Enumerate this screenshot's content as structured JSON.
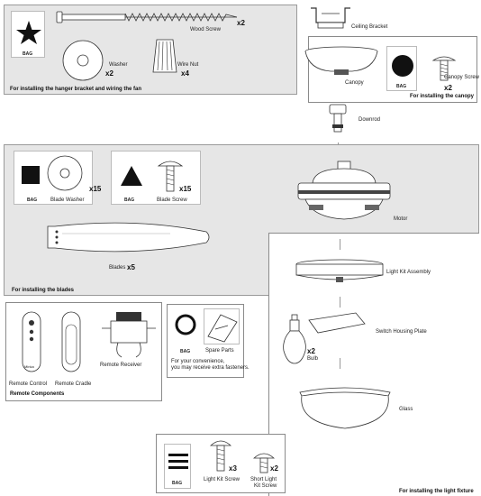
{
  "hardware_panel": {
    "caption": "For installing the hanger bracket and wiring the fan",
    "bag": "BAG",
    "wood_screw": {
      "label": "Wood Screw",
      "qty": "x2"
    },
    "washer": {
      "label": "Washer",
      "qty": "x2"
    },
    "wire_nut": {
      "label": "Wire Nut",
      "qty": "x4"
    }
  },
  "ceiling_bracket": {
    "label": "Ceiling Bracket"
  },
  "canopy_panel": {
    "caption": "For installing the canopy",
    "canopy_label": "Canopy",
    "bag": "BAG",
    "canopy_screw": {
      "label": "Canopy Screw",
      "qty": "x2"
    }
  },
  "downrod": {
    "label": "Downrod"
  },
  "blades_panel": {
    "caption": "For installing the blades",
    "bag1": "BAG",
    "blade_washer": {
      "label": "Blade Washer",
      "qty": "x15"
    },
    "bag2": "BAG",
    "blade_screw": {
      "label": "Blade Screw",
      "qty": "x15"
    },
    "blades": {
      "label": "Blades",
      "qty": "x5"
    }
  },
  "motor": {
    "label": "Motor"
  },
  "remote_panel": {
    "caption": "Remote Components",
    "remote_control": "Remote Control",
    "remote_cradle": "Remote Cradle",
    "remote_receiver": "Remote Receiver",
    "brand": "Minka"
  },
  "spare_panel": {
    "bag": "BAG",
    "spare_parts": "Spare Parts",
    "note_line1": "For your convenience,",
    "note_line2": "you may receive extra fasteners."
  },
  "light_panel": {
    "caption": "For installing the light fixture",
    "light_kit_assembly": "Light Kit Assembly",
    "switch_housing_plate": "Switch Housing Plate",
    "bulb": {
      "label": "Bulb",
      "qty": "x2"
    },
    "glass": "Glass"
  },
  "light_screws_panel": {
    "bag": "BAG",
    "light_kit_screw": {
      "label": "Light Kit Screw",
      "qty": "x3"
    },
    "short_light_kit_screw": {
      "label_line1": "Short Light",
      "label_line2": "Kit Screw",
      "qty": "x2"
    }
  }
}
